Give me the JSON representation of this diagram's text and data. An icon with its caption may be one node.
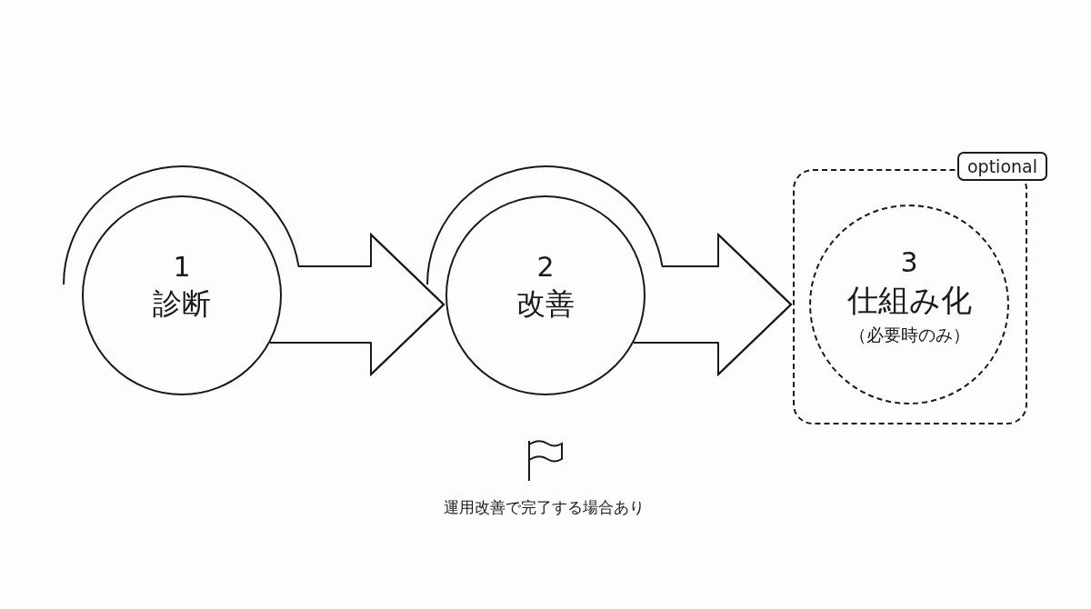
{
  "diagram": {
    "nodes": [
      {
        "text": [
          "1",
          "診断"
        ]
      },
      {
        "text": [
          "2",
          "改善"
        ]
      },
      {
        "text": [
          "optional"
        ]
      },
      {
        "text": [
          "3",
          "仕組み化",
          "（必要時のみ）"
        ],
        "in": 2
      }
    ],
    "edges": [
      {
        "from": 0,
        "to": 1,
        "arrow": "to"
      },
      {
        "from": 1,
        "to": 2,
        "arrow": "to"
      }
    ],
    "labels": [
      "運用改善で完了する場合あり"
    ]
  }
}
